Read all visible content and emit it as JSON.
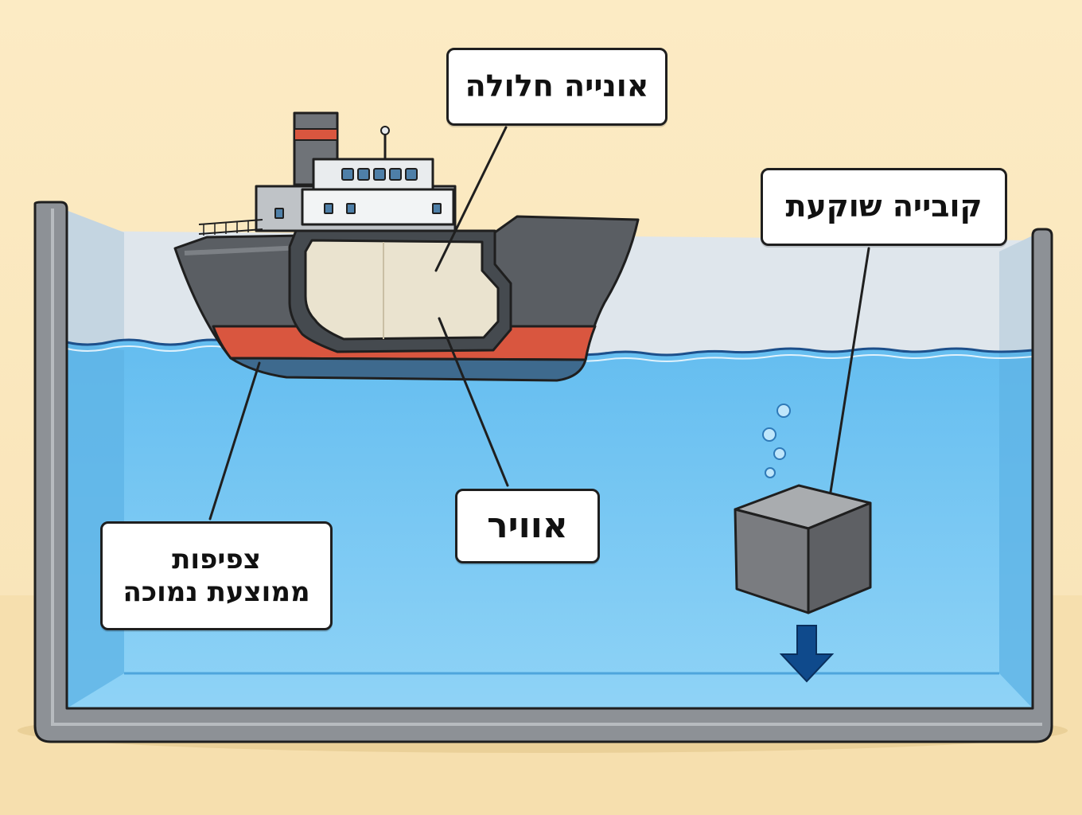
{
  "labels": {
    "hollow_ship": "אונייה חלולה",
    "sinking_cube": "קובייה שוקעת",
    "air": "אוויר",
    "density_line1": "צפיפות",
    "density_line2": "ממוצעת נמוכה"
  },
  "colors": {
    "background": "#fbe9c2",
    "water": "#7fcaf3",
    "hull": "#5a5e63",
    "hull_stripe": "#d9563f",
    "air_space": "#eae3cf",
    "cube": "#7a7c80",
    "arrow": "#0f4a8c",
    "outline": "#1f1f1f"
  },
  "icons": [
    "ship-icon",
    "cube-icon",
    "down-arrow-icon",
    "bubble-icon"
  ]
}
